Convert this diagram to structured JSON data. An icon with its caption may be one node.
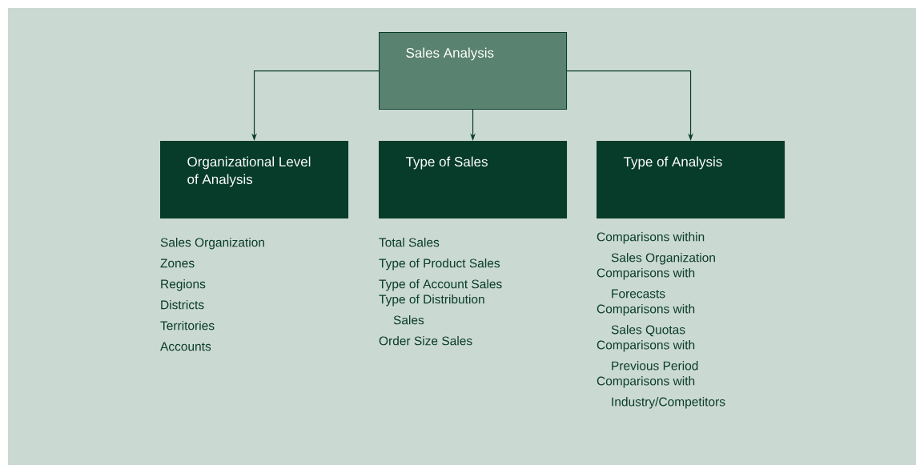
{
  "diagram": {
    "nodes": [
      {
        "text": [
          "Sales Analysis"
        ]
      },
      {
        "text": [
          "Organizational Level of Analysis"
        ],
        "beside": [
          "Sales Organization",
          "Zones",
          "Regions",
          "Districts",
          "Territories",
          "Accounts"
        ]
      },
      {
        "text": [
          "Type of Sales"
        ],
        "beside": [
          "Total Sales",
          "Type of Product Sales",
          "Type of Account Sales",
          "Type of Distribution Sales",
          "Order Size Sales"
        ]
      },
      {
        "text": [
          "Type of Analysis"
        ],
        "beside": [
          "Comparisons within Sales Organization",
          "Comparisons with Forecasts",
          "Comparisons with Sales Quotas",
          "Comparisons with Previous Period",
          "Comparisons with Industry/Competitors"
        ]
      }
    ],
    "edges": [
      {
        "from": 0,
        "to": 1,
        "arrow": "to"
      },
      {
        "from": 0,
        "to": 2,
        "arrow": "to"
      },
      {
        "from": 0,
        "to": 3,
        "arrow": "to"
      }
    ]
  }
}
